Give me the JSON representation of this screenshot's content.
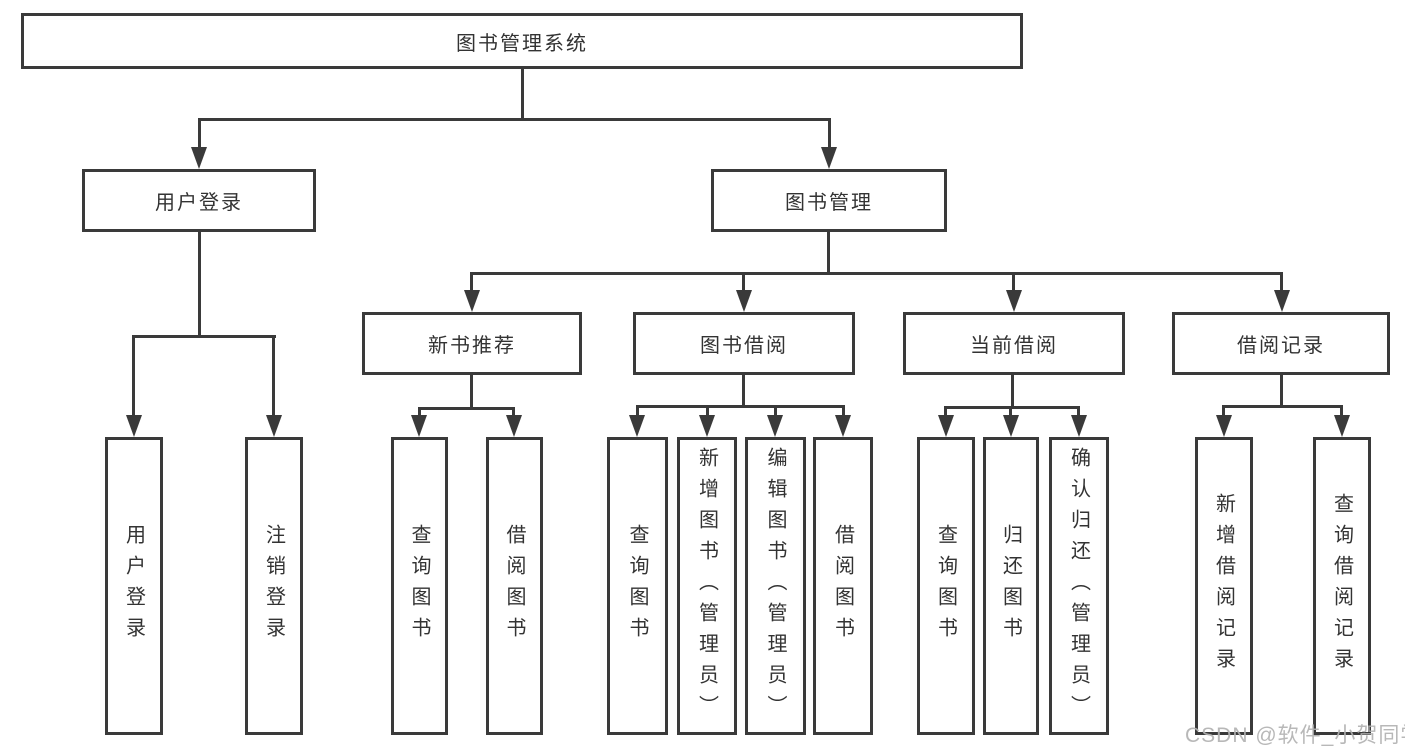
{
  "diagram_title": "图书管理系统",
  "tree": {
    "root": {
      "label": "图书管理系统",
      "children": [
        {
          "label": "用户登录",
          "children": [
            {
              "label": "用户登录"
            },
            {
              "label": "注销登录"
            }
          ]
        },
        {
          "label": "图书管理",
          "children": [
            {
              "label": "新书推荐",
              "children": [
                {
                  "label": "查询图书"
                },
                {
                  "label": "借阅图书"
                }
              ]
            },
            {
              "label": "图书借阅",
              "children": [
                {
                  "label": "查询图书"
                },
                {
                  "label": "新增图书（管理员）"
                },
                {
                  "label": "编辑图书（管理员）"
                },
                {
                  "label": "借阅图书"
                }
              ]
            },
            {
              "label": "当前借阅",
              "children": [
                {
                  "label": "查询图书"
                },
                {
                  "label": "归还图书"
                },
                {
                  "label": "确认归还（管理员）"
                }
              ]
            },
            {
              "label": "借阅记录",
              "children": [
                {
                  "label": "新增借阅记录"
                },
                {
                  "label": "查询借阅记录"
                }
              ]
            }
          ]
        }
      ]
    }
  },
  "watermark": {
    "text": "CSDN @软件_小贺同学"
  },
  "colors": {
    "line": "#3a3a3a",
    "text": "#333333",
    "background": "#ffffff",
    "watermark": "#b2b2b2"
  }
}
